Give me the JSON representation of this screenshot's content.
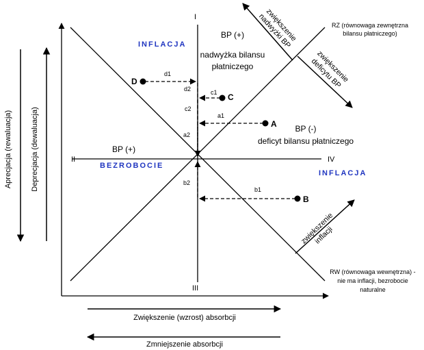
{
  "colors": {
    "accent_blue": "#1f35c0",
    "line": "#000000",
    "background": "#ffffff"
  },
  "quadrants": {
    "q1": "I",
    "q2": "II",
    "q3": "III",
    "q4": "IV"
  },
  "points": {
    "a": "A",
    "b": "B",
    "c": "C",
    "d": "D"
  },
  "arrows": {
    "a1": "a1",
    "a2": "a2",
    "b1": "b1",
    "b2": "b2",
    "c1": "c1",
    "c2": "c2",
    "d1": "d1",
    "d2": "d2"
  },
  "regions": {
    "inflation_top": "INFLACJA",
    "bp_plus_top": "BP (+)",
    "surplus_line1": "nadwyżka bilansu",
    "surplus_line2": "płatniczego",
    "bp_minus": "BP (-)",
    "deficit_line": "deficyt bilansu płatniczego",
    "bp_plus_left": "BP (+)",
    "unemployment": "BEZROBOCIE",
    "inflation_right": "INFLACJA"
  },
  "lines": {
    "rz_line1": "RZ (równowaga zewnętrzna",
    "rz_line2": "bilansu płatniczego)",
    "rw_line1": "RW (równowaga wewnętrzna) -",
    "rw_line2": "nie ma inflacji, bezrobocie",
    "rw_line3": "naturalne"
  },
  "arrow_captions": {
    "surplus_line1": "zwiększenie",
    "surplus_line2": "nadwyżki BP",
    "deficit_line1": "zwiększenie",
    "deficit_line2": "deficytu BP",
    "inflation_line1": "zwiększenie",
    "inflation_line2": "inflacji"
  },
  "axes": {
    "apreciation": "Aprecjacja (rewaluacja)",
    "depreciation": "Deprecjacja (dewaluacja)",
    "absorption_increase": "Zwiększenie (wzrost) absorbcji",
    "absorption_decrease": "Zmniejszenie absorbcji"
  }
}
